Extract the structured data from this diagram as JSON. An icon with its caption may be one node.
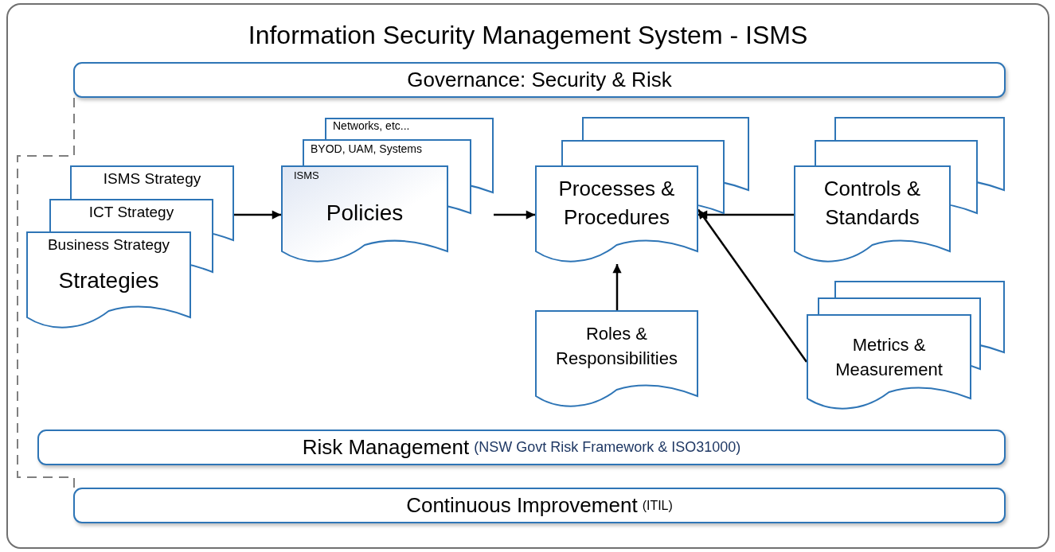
{
  "diagram": {
    "nodes": [
      {
        "text": [
          "Information Security Management System - ISMS"
        ]
      },
      {
        "text": [
          "Governance: Security & Risk"
        ],
        "in": 0
      },
      {
        "text": [
          "ISMS Strategy",
          "ICT Strategy",
          "Business Strategy",
          "Strategies"
        ],
        "in": 0
      },
      {
        "text": [
          "Networks, etc...",
          "BYOD, UAM, Systems",
          "ISMS",
          "Policies"
        ],
        "in": 0
      },
      {
        "text": [
          "Processes & Procedures"
        ],
        "in": 0
      },
      {
        "text": [
          "Controls & Standards"
        ],
        "in": 0
      },
      {
        "text": [
          "Roles & Responsibilities"
        ],
        "in": 0
      },
      {
        "text": [
          "Metrics & Measurement"
        ],
        "in": 0
      },
      {
        "text": [
          "Risk Management",
          "(NSW Govt Risk Framework & ISO31000)"
        ],
        "in": 0
      },
      {
        "text": [
          "Continuous Improvement",
          "(ITIL)"
        ],
        "in": 0
      }
    ],
    "edges": [
      {
        "from": 2,
        "to": 3,
        "arrow": "to"
      },
      {
        "from": 3,
        "to": 4,
        "arrow": "to"
      },
      {
        "from": 5,
        "to": 4,
        "arrow": "to"
      },
      {
        "from": 6,
        "to": 4,
        "arrow": "to"
      },
      {
        "from": 7,
        "to": 4,
        "arrow": "to"
      },
      {
        "from": 1,
        "to": 9,
        "arrow": "none",
        "style": "dashed",
        "color": "#7f7f7f"
      }
    ]
  }
}
